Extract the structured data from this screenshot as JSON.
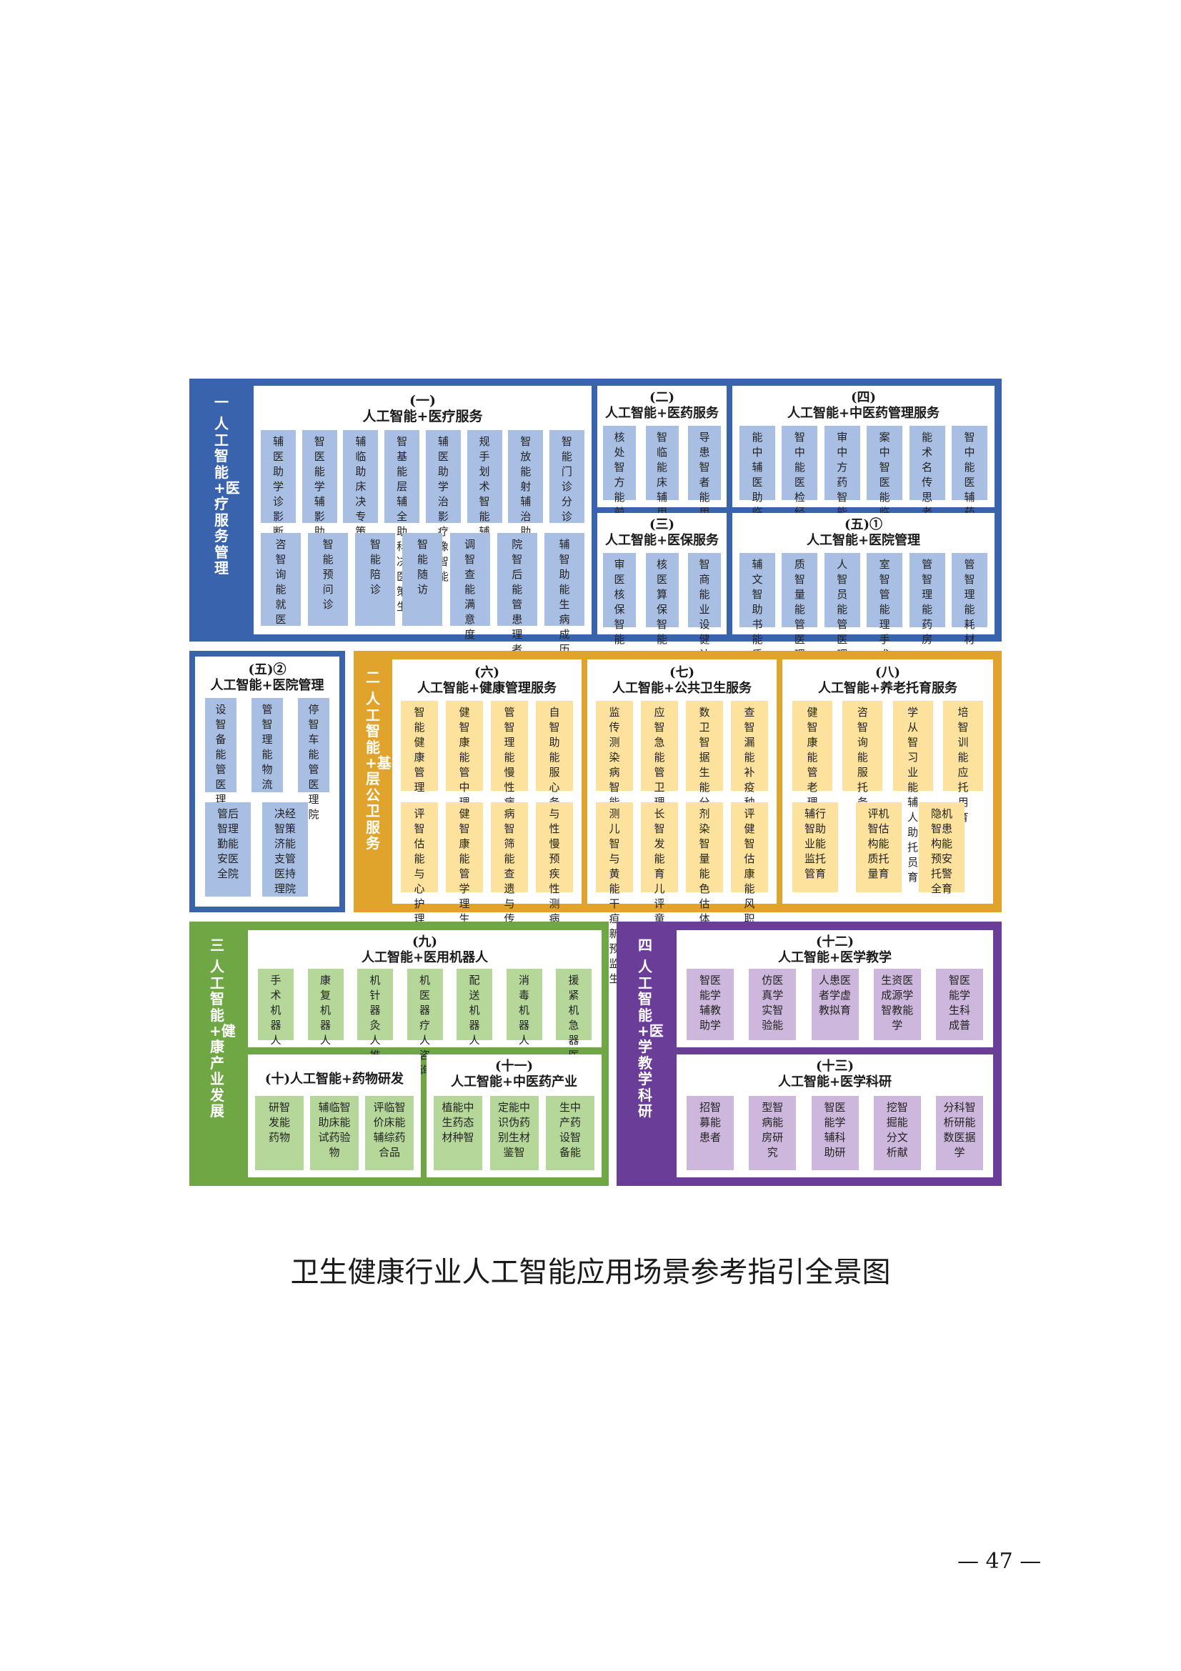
{
  "caption": "卫生健康行业人工智能应用场景参考指引全景图",
  "page_number": "— 47 —",
  "colors": {
    "blue": "#3a63ad",
    "orange": "#e0a42c",
    "green": "#6ea743",
    "purple": "#6a3d98"
  },
  "sections": {
    "s1": {
      "num": "一",
      "title": "人工智能+医疗服务管理"
    },
    "s2": {
      "num": "二",
      "title": "人工智能+基层公卫服务"
    },
    "s3": {
      "num": "三",
      "title": "人工智能+健康产业发展"
    },
    "s4": {
      "num": "四",
      "title": "人工智能+医学教学科研"
    }
  },
  "subs": {
    "g1": {
      "num": "(一)",
      "title": "人工智能+医疗服务",
      "row1": [
        "辅医助学诊影断像智能",
        "智医能学辅影助像质数控据",
        "辅临助床决专策病智能",
        "智基能层辅全助科决医策生",
        "辅医助学治影疗像智能",
        "规手划术智能辅助",
        "智放能射辅治助疗勾靶画区",
        "智能门诊分诊"
      ],
      "row2": [
        "咨智询能就医",
        "智能预问诊",
        "智能陪诊",
        "智能随访",
        "调智查能满意度",
        "院智后能管患理者",
        "辅智助能生病成历"
      ]
    },
    "g2": {
      "num": "(二)",
      "title": "人工智能+医药服务",
      "row1": [
        "核处智方能前辅置助审",
        "智临能床辅用助药",
        "导患智者能用辅药助指"
      ]
    },
    "g3": {
      "num": "(三)",
      "title": "人工智能+医保服务",
      "row1": [
        "审医核保智能",
        "核医算保智能",
        "智商能业设健计康保险"
      ]
    },
    "g4": {
      "num": "(四)",
      "title": "人工智能+中医药管理服务",
      "row1": [
        "能中辅医助临诊床疗智",
        "智中能医检经测络",
        "审中方药智能",
        "案中智医能临质床控病",
        "能术名传思老承想中医智学",
        "智中能医辅药助科研"
      ]
    },
    "g51": {
      "num": "(五)①",
      "title": "人工智能+医院管理",
      "row1": [
        "辅文智助书能质医控疗",
        "质智量能管医理疗",
        "人智员能管医理务",
        "室智管能理手术",
        "管智理能药房",
        "管智理能耗材"
      ]
    },
    "g52": {
      "num": "(五)②",
      "title": "人工智能+医院管理",
      "row1": [
        "设智备能管医理疗",
        "管智理能物流",
        "停智车能管医理院"
      ],
      "row2": [
        "管后智理勤能安医全院",
        "决经智策济能支管医持理院"
      ]
    },
    "g6": {
      "num": "(六)",
      "title": "人工智能+健康管理服务",
      "row1": [
        "智能健康管理",
        "健智康能管中理医",
        "管智理能慢性病",
        "自智助能服心务理"
      ],
      "row2": [
        "评智估能与心护理理分级",
        "健智康能管学理生服心务理",
        "病智筛能查遗与传预性测疾",
        "与性慢预疾性测病非筛传查染"
      ]
    },
    "g7": {
      "num": "(七)",
      "title": "人工智能+公共卫生服务",
      "row1": [
        "监传测染病智能",
        "应智急能管卫理生",
        "数卫智据生能分群公析体共",
        "查智漏能补疫种苗"
      ],
      "row2": [
        "测儿智与黄能干疸新预监生",
        "长智发能育儿评童估分析",
        "剂染智量能色估体放算畸射变性",
        "评健智估康能风职险业"
      ]
    },
    "g8": {
      "num": "(八)",
      "title": "人工智能+养老托育服务",
      "row1": [
        "健智康能管老理年人",
        "咨智询能服托务育",
        "学从智习业能辅人助托员育",
        "培智训能应托用育"
      ],
      "row2": [
        "辅行智助业能监托管育",
        "评机智估构能质托量育",
        "隐机智患构能预安托警全育"
      ]
    },
    "g9": {
      "num": "(九)",
      "title": "人工智能+医用机器人",
      "row1": [
        "手术机器人",
        "康复机器人",
        "机针器灸人推拿",
        "机医器疗人咨询",
        "配送机器人",
        "消毒机器人",
        "援紧机急器医人学救"
      ]
    },
    "g10": {
      "num": "(十)",
      "title": "人工智能+药物研发",
      "row1": [
        "研智发能药物",
        "辅临智助床能试药验物",
        "评临智价床能辅综药合品"
      ]
    },
    "g11": {
      "num": "(十一)",
      "title": "人工智能+中医药产业",
      "row1": [
        "植能中生药态材种智",
        "定能中识伪药别生材鉴智",
        "生中产药设智备能"
      ]
    },
    "g12": {
      "num": "(十二)",
      "title": "人工智能+医学教学",
      "row1": [
        "智医能学辅教助学",
        "仿医真学实智验能",
        "人患医者学虚教拟育",
        "生资医成源学智教能学",
        "智医能学生科成普"
      ]
    },
    "g13": {
      "num": "(十三)",
      "title": "人工智能+医学科研",
      "row1": [
        "招智募能患者",
        "型智病能房研究",
        "智医能学辅科助研",
        "挖智掘能分文析献",
        "分科智析研能数医据学"
      ]
    }
  }
}
